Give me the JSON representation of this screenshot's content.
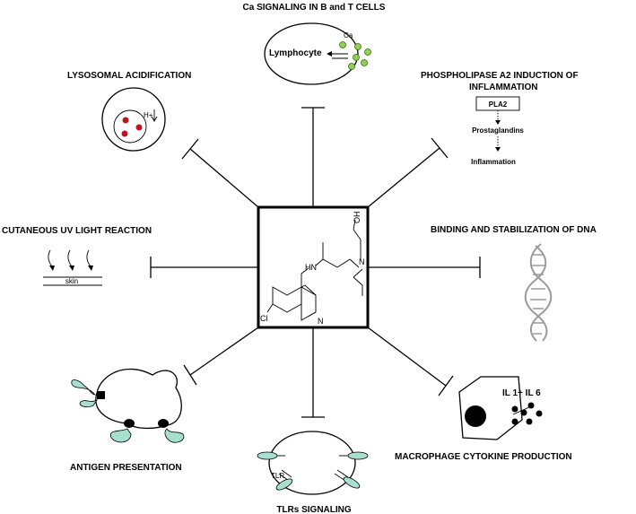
{
  "labels": {
    "ca_signaling": "Ca SIGNALING IN B and T CELLS",
    "lysosomal": "LYSOSOMAL ACIDIFICATION",
    "phospholipase_line1": "PHOSPHOLIPASE A2 INDUCTION OF",
    "phospholipase_line2": "INFLAMMATION",
    "cutaneous": "CUTANEOUS UV LIGHT REACTION",
    "dna_binding": "BINDING AND STABILIZATION OF DNA",
    "antigen": "ANTIGEN PRESENTATION",
    "macrophage": "MACROPHAGE CYTOKINE PRODUCTION",
    "tlrs": "TLRs SIGNALING"
  },
  "inline": {
    "lymphocyte": "Lymphocyte",
    "ca": "Ca",
    "pla2": "PLA2",
    "prostaglandins": "Prostaglandins",
    "inflammation": "Inflammation",
    "skin": "skin",
    "tlr": "TLR",
    "il": "IL 1+ IL 6",
    "ph": "H+"
  },
  "molecule": {
    "oh": "OH",
    "n_amine": "N",
    "hn": "HN",
    "n_ring": "N",
    "cl": "Cl"
  },
  "colors": {
    "line": "#000000",
    "calcium": "#8fd14f",
    "lysosome_dot": "#c0141c",
    "antigen_receptor": "#a8e0cf",
    "dna": "#9a9a9a"
  }
}
